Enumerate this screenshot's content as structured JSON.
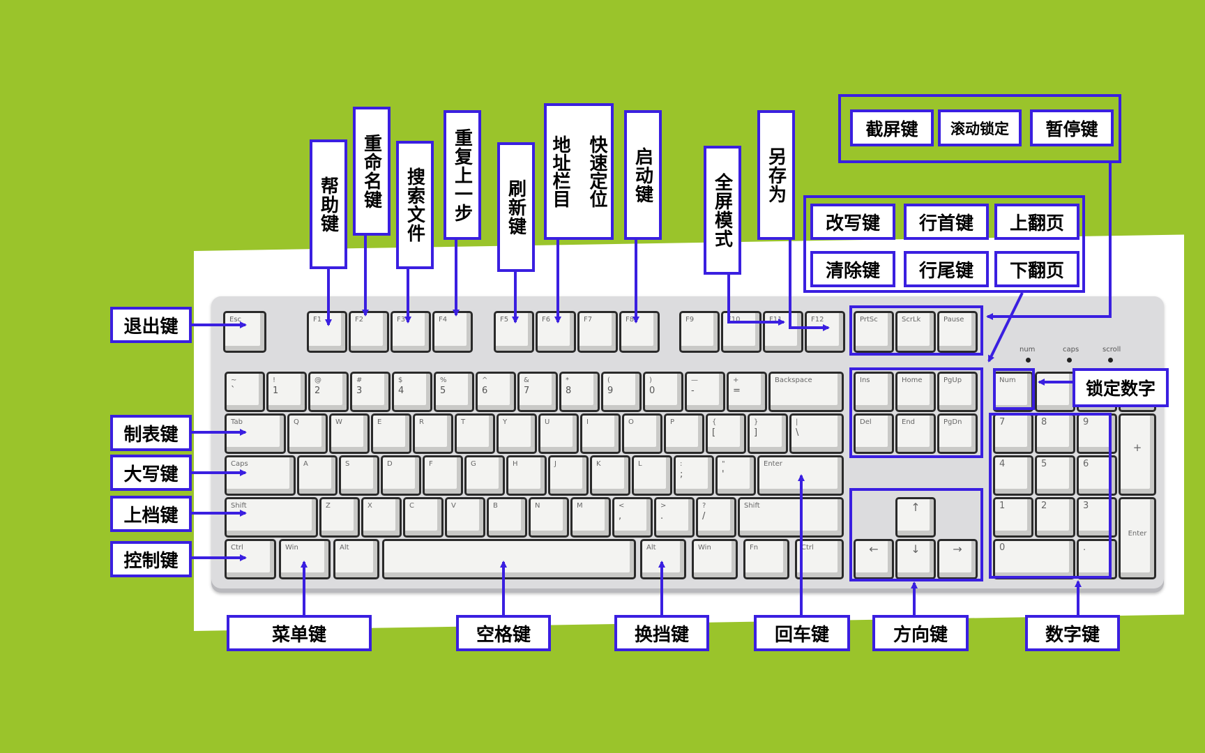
{
  "labels": {
    "esc": "退出键",
    "tab": "制表键",
    "caps": "大写键",
    "shift": "上档键",
    "ctrl": "控制键",
    "f1": "帮助键",
    "f2": "重命名键",
    "f3": "搜索文件",
    "f4": "重复上一步",
    "f5": "刷新键",
    "f6a": "地址栏目",
    "f6b": "快速定位",
    "f7": "启动键",
    "f11": "全屏模式",
    "f12": "另存为",
    "prtsc": "截屏键",
    "scrlk": "滚动锁定",
    "pause": "暂停键",
    "ins": "改写键",
    "home": "行首键",
    "pgup": "上翻页",
    "del": "清除键",
    "end": "行尾键",
    "pgdn": "下翻页",
    "numlock": "锁定数字",
    "menu": "菜单键",
    "space": "空格键",
    "alt": "换挡键",
    "enter": "回车键",
    "arrows": "方向键",
    "numpad": "数字键"
  },
  "keys": {
    "esc": "Esc",
    "f1": "F1",
    "f2": "F2",
    "f3": "F3",
    "f4": "F4",
    "f5": "F5",
    "f6": "F6",
    "f7": "F7",
    "f8": "F8",
    "f9": "F9",
    "f10": "F10",
    "f11": "F11",
    "f12": "F12",
    "prtsc": "PrtSc",
    "scrlk": "ScrLk",
    "pause": "Pause",
    "num_row": [
      [
        "~",
        "`"
      ],
      [
        "!",
        "1"
      ],
      [
        "@",
        "2"
      ],
      [
        "#",
        "3"
      ],
      [
        "$",
        "4"
      ],
      [
        "%",
        "5"
      ],
      [
        "^",
        "6"
      ],
      [
        "&",
        "7"
      ],
      [
        "*",
        "8"
      ],
      [
        "(",
        "9"
      ],
      [
        ")",
        "0"
      ],
      [
        "—",
        "-"
      ],
      [
        "+",
        "="
      ]
    ],
    "backspace": "Backspace",
    "tab": "Tab",
    "q_row": [
      "Q",
      "W",
      "E",
      "R",
      "T",
      "Y",
      "U",
      "I",
      "O",
      "P"
    ],
    "q_row_sym": [
      [
        "{",
        "["
      ],
      [
        "}",
        "]"
      ],
      [
        "|",
        "\\"
      ]
    ],
    "caps": "Caps",
    "a_row": [
      "A",
      "S",
      "D",
      "F",
      "G",
      "H",
      "J",
      "K",
      "L"
    ],
    "a_row_sym": [
      [
        ":",
        ";"
      ],
      [
        "\"",
        "'"
      ]
    ],
    "enter": "Enter",
    "shift": "Shift",
    "z_row": [
      "Z",
      "X",
      "C",
      "V",
      "B",
      "N",
      "M"
    ],
    "z_row_sym": [
      [
        "<",
        ","
      ],
      [
        ">",
        "."
      ],
      [
        "?",
        "/"
      ]
    ],
    "rshift": "Shift",
    "ctrl": "Ctrl",
    "win": "Win",
    "alt": "Alt",
    "ralt": "Alt",
    "rwin": "Win",
    "fn": "Fn",
    "rctrl": "Ctrl",
    "ins": "Ins",
    "home": "Home",
    "pgup": "PgUp",
    "del": "Del",
    "end": "End",
    "pgdn": "PgDn",
    "up": "↑",
    "left": "←",
    "down": "↓",
    "right": "→",
    "num": "Num",
    "n7": "7",
    "n8": "8",
    "n9": "9",
    "n4": "4",
    "n5": "5",
    "n6": "6",
    "n1": "1",
    "n2": "2",
    "n3": "3",
    "n0": "0",
    "ndot": ".",
    "nplus": "+",
    "nenter": "Enter"
  },
  "leds": {
    "num": "num",
    "caps": "caps",
    "scroll": "scroll"
  },
  "colors": {
    "background": "#9ac42b",
    "box_border": "#3a1fe0",
    "arrow": "#3a1fe0"
  }
}
